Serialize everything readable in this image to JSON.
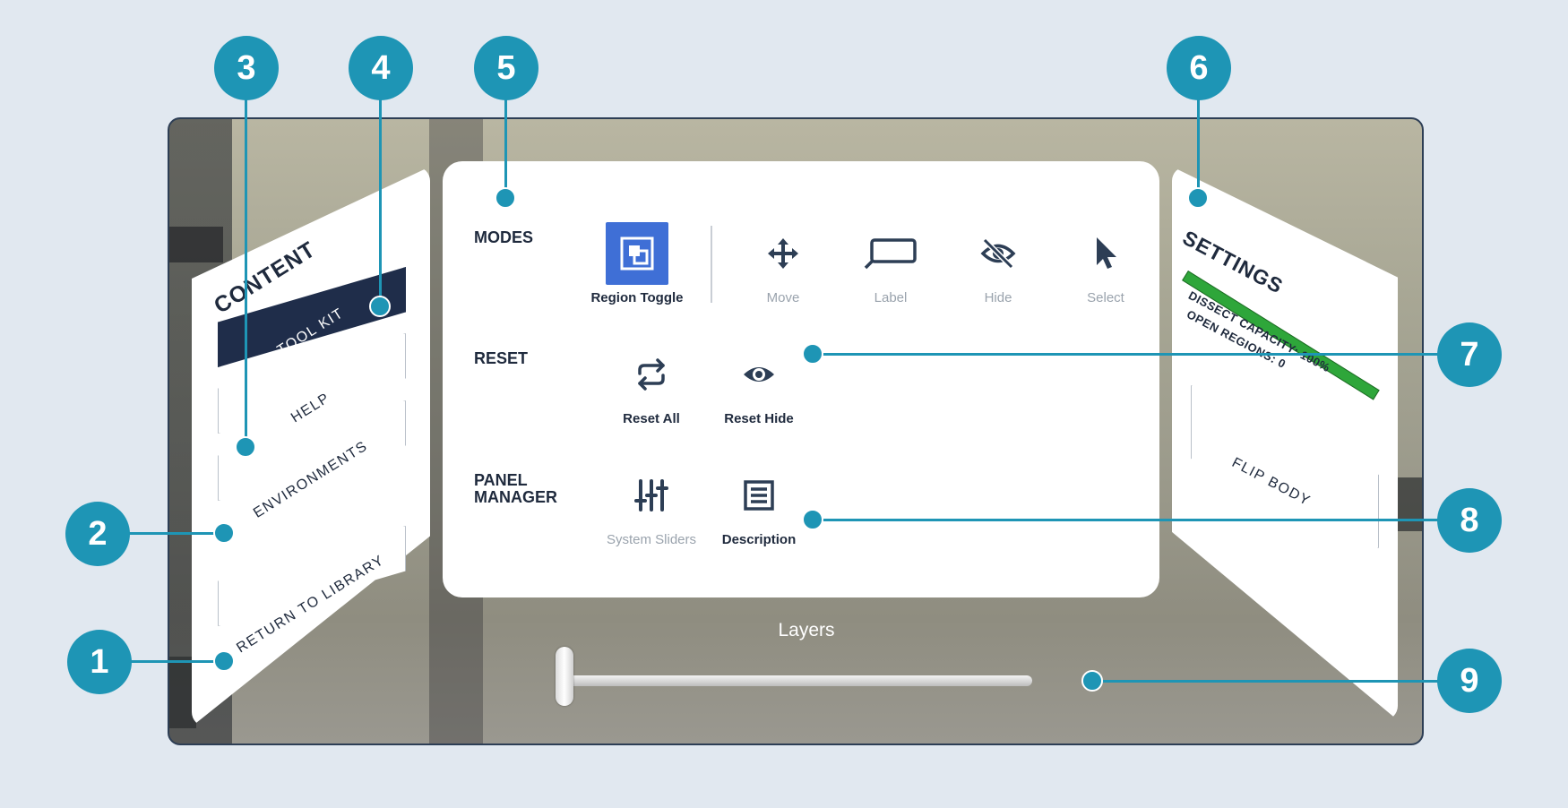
{
  "content_panel": {
    "title": "CONTENT",
    "buttons": [
      {
        "label": "TOOL KIT",
        "active": true
      },
      {
        "label": "HELP",
        "active": false
      },
      {
        "label": "ENVIRONMENTS",
        "active": false
      },
      {
        "label": "RETURN TO LIBRARY",
        "active": false
      }
    ]
  },
  "main_panel": {
    "sections": {
      "modes": "MODES",
      "reset": "RESET",
      "panel_manager_line1": "PANEL",
      "panel_manager_line2": "MANAGER"
    },
    "modes": [
      {
        "label": "Region Toggle",
        "icon": "region-toggle-icon",
        "selected": true
      },
      {
        "label": "Move",
        "icon": "move-icon",
        "disabled": true
      },
      {
        "label": "Label",
        "icon": "label-icon",
        "disabled": true
      },
      {
        "label": "Hide",
        "icon": "hide-icon",
        "disabled": true
      },
      {
        "label": "Select",
        "icon": "select-icon",
        "disabled": true
      }
    ],
    "reset": [
      {
        "label": "Reset All",
        "icon": "reset-all-icon"
      },
      {
        "label": "Reset Hide",
        "icon": "reset-hide-icon"
      }
    ],
    "panel_manager": [
      {
        "label": "System Sliders",
        "icon": "sliders-icon",
        "disabled": true
      },
      {
        "label": "Description",
        "icon": "description-icon"
      }
    ]
  },
  "settings_panel": {
    "title": "SETTINGS",
    "dissect_capacity": "DISSECT CAPACITY: 100%",
    "dissect_capacity_value": 1.0,
    "open_regions": "OPEN REGIONS: 0",
    "flip_body": "FLIP BODY"
  },
  "layers": {
    "label": "Layers",
    "value": 0
  },
  "callouts": [
    "1",
    "2",
    "3",
    "4",
    "5",
    "6",
    "7",
    "8",
    "9"
  ],
  "colors": {
    "accent": "#1e95b5",
    "selected": "#3f6fd6",
    "dark_navy": "#1f2d4a",
    "capacity_green": "#2ea63a"
  }
}
